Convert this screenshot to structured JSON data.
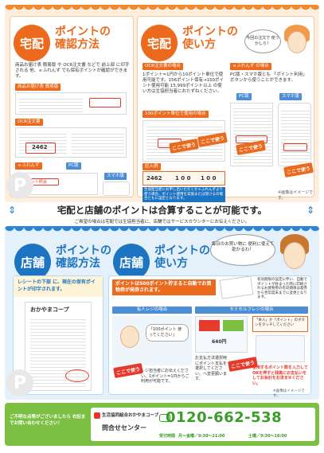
{
  "top": {
    "left": {
      "badge": "宅配",
      "title_line1": "ポイントの",
      "title_line2": "確認方法",
      "intro": "商品お届け表 簡易版 や OCR注文書 などで 前上部 に印字される 他、ｅふれんず でも保有ポイントが確認ができます。",
      "tag_delivery": "商品お届け表 簡易版",
      "tag_ocr": "OCR注文書",
      "ocr_value": "2462",
      "tag_efriends": "ｅふれんず",
      "tag_pc": "PC版",
      "tag_smartphone": "スマホ版",
      "menu_label": "ポイント照会"
    },
    "right": {
      "badge": "宅配",
      "title_line1": "ポイントの",
      "title_line2": "使い方",
      "bubble": "今回の注文で 使うかしら！",
      "ocr_tag": "OCR注文書の場合",
      "ocr_text": "1ポイント=1円から10ポイント単位で使用可能です。156ポイント保有→150ポイント使用可能 15,999ポイント以上 の使い方は生協担当者におたずねください。",
      "ocr_unit": "100ポイント単位で使用の場合",
      "stamp1": "ここで使う",
      "stamp2": "ここで使う",
      "entry_label": "記入例",
      "entry_value": "2462",
      "entry_row1": "1 0 0",
      "entry_row2": "1 0 0",
      "efriends_tag": "ｅふれんず の場合",
      "efriends_text": "PC版・スマホ版とも 「ポイント利用」 ボタンから使うことができます。",
      "pc_tag": "PC版",
      "sp_tag": "スマホ版",
      "stamp3": "ここで使う",
      "stamp4": "ここで使う",
      "note": "生協担当者にお申し出いただくかｅふれんずより使う場合、ポイント使用を実施または受けるの場合ともに設定となります。",
      "image_note": "※画像はイメージです。"
    }
  },
  "merge": {
    "headline": "宅配と店舗のポイントは合算することが可能です。",
    "note": "ご希望の場合は宅配では生協担当者に、店舗ではサービスカウンターにお伝えください。"
  },
  "bottom": {
    "left": {
      "badge": "店舗",
      "title_line1": "ポイントの",
      "title_line2": "確認方法",
      "intro": "レシートの下部 に、現在の保有ポイントが印字されます。",
      "receipt_logo": "おかやまコープ"
    },
    "right": {
      "badge": "店舗",
      "title_line1": "ポイントの",
      "title_line2": "使い方",
      "bubble": "毎日のお買い物に 便利に使えて 助かるわ！",
      "lead": "ポイントは500ポイント貯まると自動でお買物券が発券されます。",
      "side_note": "有効期限の設定に伴い、自動でポイントが貯まった時に印刷されるお買物券の有効期限は発券から翌年度末までに変更となります。",
      "manned_tag": "有人レジの場合",
      "manned_speech": "「100ポイント 使ってください」",
      "manned_text": "レジ担当者にお伝えください。1ポイント=1円からご利用が可能です。",
      "stamp_manned": "ここで使う",
      "self_tag": "セミセルフレジの場合",
      "self_screen_title": "「本人」か「ポイント」のボタンをタッチしてください",
      "self_points": "640円",
      "self_text": "お支払方法選択時にポイント支払を選択してください。へ変更願います。",
      "stamp_self": "ここで使う",
      "self_text2": "使用するポイント数を入力してOKを押すと残高にお支払いをしてお会計をお済ませください。",
      "image_note": "※画像はイメージです。"
    }
  },
  "footer": {
    "left_text": "ご不明な点等がございましたら 右記までお問い合わせください！",
    "org": "生活協同組合おかやまコープ",
    "center": "問合せセンター",
    "phone": "0120-662-538",
    "hours_label": "受付時間",
    "hours_weekday": "月～金曜／9:30～21:00",
    "hours_sat": "土曜／9:30～18:00"
  },
  "colors": {
    "orange": "#ec6a1d",
    "blue": "#1d74c2",
    "green": "#7cc043"
  }
}
